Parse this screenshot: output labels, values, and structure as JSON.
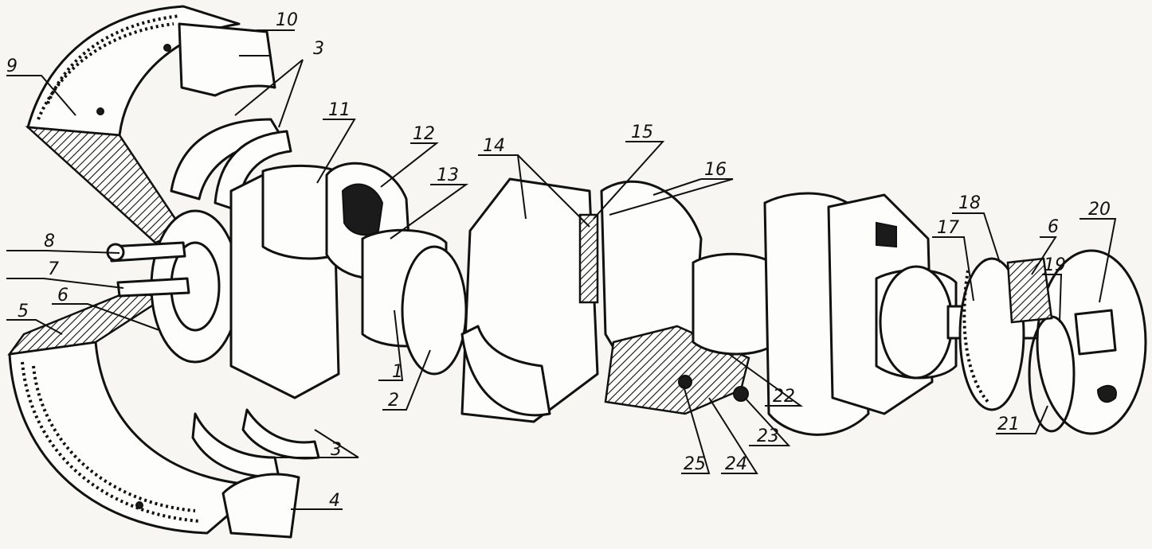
{
  "callouts": [
    {
      "id": "c1",
      "text": "1"
    },
    {
      "id": "c2",
      "text": "2"
    },
    {
      "id": "c3a",
      "text": "3"
    },
    {
      "id": "c3b",
      "text": "3"
    },
    {
      "id": "c4",
      "text": "4"
    },
    {
      "id": "c5",
      "text": "5"
    },
    {
      "id": "c6a",
      "text": "6"
    },
    {
      "id": "c6b",
      "text": "6"
    },
    {
      "id": "c7",
      "text": "7"
    },
    {
      "id": "c8",
      "text": "8"
    },
    {
      "id": "c9",
      "text": "9"
    },
    {
      "id": "c10",
      "text": "10"
    },
    {
      "id": "c11",
      "text": "11"
    },
    {
      "id": "c12",
      "text": "12"
    },
    {
      "id": "c13",
      "text": "13"
    },
    {
      "id": "c14",
      "text": "14"
    },
    {
      "id": "c15",
      "text": "15"
    },
    {
      "id": "c16",
      "text": "16"
    },
    {
      "id": "c17",
      "text": "17"
    },
    {
      "id": "c18",
      "text": "18"
    },
    {
      "id": "c19",
      "text": "19"
    },
    {
      "id": "c20",
      "text": "20"
    },
    {
      "id": "c21",
      "text": "21"
    },
    {
      "id": "c22",
      "text": "22"
    },
    {
      "id": "c23",
      "text": "23"
    },
    {
      "id": "c24",
      "text": "24"
    },
    {
      "id": "c25",
      "text": "25"
    }
  ]
}
